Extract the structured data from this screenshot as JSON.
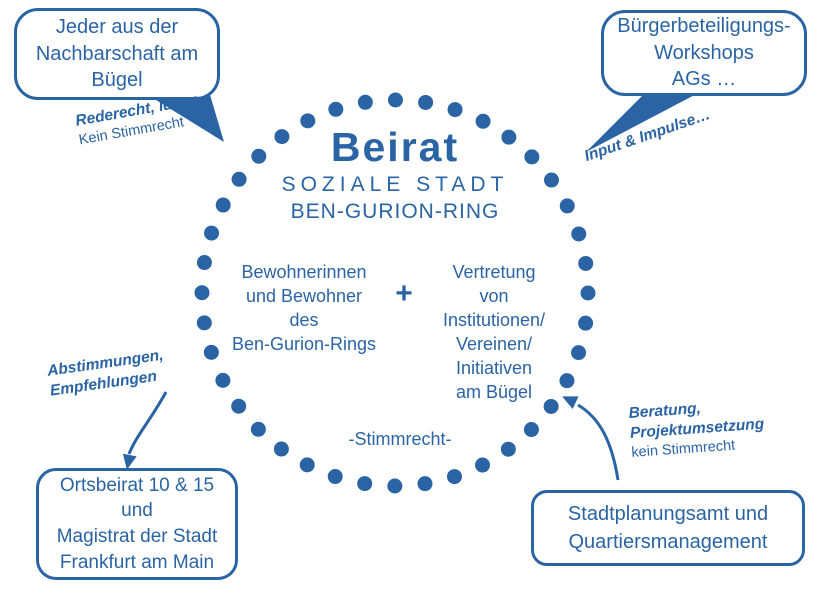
{
  "colors": {
    "accent": "#2a64a4",
    "background": "#ffffff"
  },
  "center": {
    "title": "Beirat",
    "subtitle_line1": "SOZIALE STADT",
    "subtitle_line2": "BEN-GURION-RING",
    "left_group": "Bewohnerinnen\nund Bewohner\ndes\nBen-Gurion-Rings",
    "plus_sign": "+",
    "right_group": "Vertretung\nvon\nInstitutionen/\nVereinen/\nInitiativen\nam Bügel",
    "voting_note": "-Stimmrecht-"
  },
  "callout_top_left": {
    "text": "Jeder aus der\nNachbarschaft am\nBügel"
  },
  "callout_top_right": {
    "text": "Bürgerbeteiligungs-\nWorkshops\nAGs …"
  },
  "callout_bottom_left": {
    "text": "Ortsbeirat 10 & 15\nund\nMagistrat der Stadt\nFrankfurt am Main"
  },
  "callout_bottom_right": {
    "text": "Stadtplanungsamt und\nQuartiersmanagement"
  },
  "label_top_left": {
    "bold": "Rederecht, Ideen",
    "regular": "Kein Stimmrecht"
  },
  "label_top_right": {
    "bold": "Input & Impulse…"
  },
  "label_bottom_left": {
    "bold": "Abstimmungen,\nEmpfehlungen"
  },
  "label_bottom_right": {
    "bold": "Beratung,\nProjektumsetzung",
    "regular": "kein Stimmrecht"
  }
}
